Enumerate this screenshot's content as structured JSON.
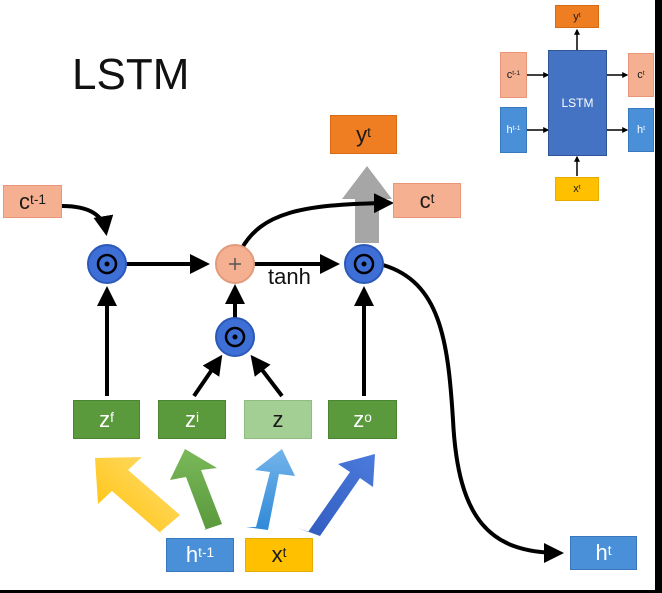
{
  "title": "LSTM",
  "nodes": {
    "c_prev": {
      "base": "c",
      "sup": "t-1"
    },
    "c_out": {
      "base": "c",
      "sup": "t"
    },
    "y_out": {
      "base": "y",
      "sup": "t"
    },
    "h_out": {
      "base": "h",
      "sup": "t"
    },
    "h_prev": {
      "base": "h",
      "sup": "t-1"
    },
    "x_in": {
      "base": "x",
      "sup": "t"
    },
    "zf": {
      "base": "z",
      "sup": "f"
    },
    "zi": {
      "base": "z",
      "sup": "i"
    },
    "z": {
      "base": "z",
      "sup": ""
    },
    "zo": {
      "base": "z",
      "sup": "o"
    }
  },
  "operators": {
    "multiply": "⊙",
    "add": "+"
  },
  "tanh_label": "tanh",
  "mini": {
    "block_label": "LSTM",
    "y": {
      "base": "y",
      "sup": "t"
    },
    "c_in": {
      "base": "c",
      "sup": "t-1"
    },
    "c_out": {
      "base": "c",
      "sup": "t"
    },
    "h_in": {
      "base": "h",
      "sup": "t-1"
    },
    "h_out": {
      "base": "h",
      "sup": "t"
    },
    "x": {
      "base": "x",
      "sup": "t"
    }
  },
  "colors": {
    "cell": "#f4b090",
    "hidden": "#4a90d9",
    "gate": "#5a9a3c",
    "input_gate": "#a4cf94",
    "output": "#ef7d22",
    "input": "#ffc000",
    "multiply_op": "#3d6fd6",
    "add_op": "#f4b090",
    "lstm_block": "#4473c4"
  }
}
